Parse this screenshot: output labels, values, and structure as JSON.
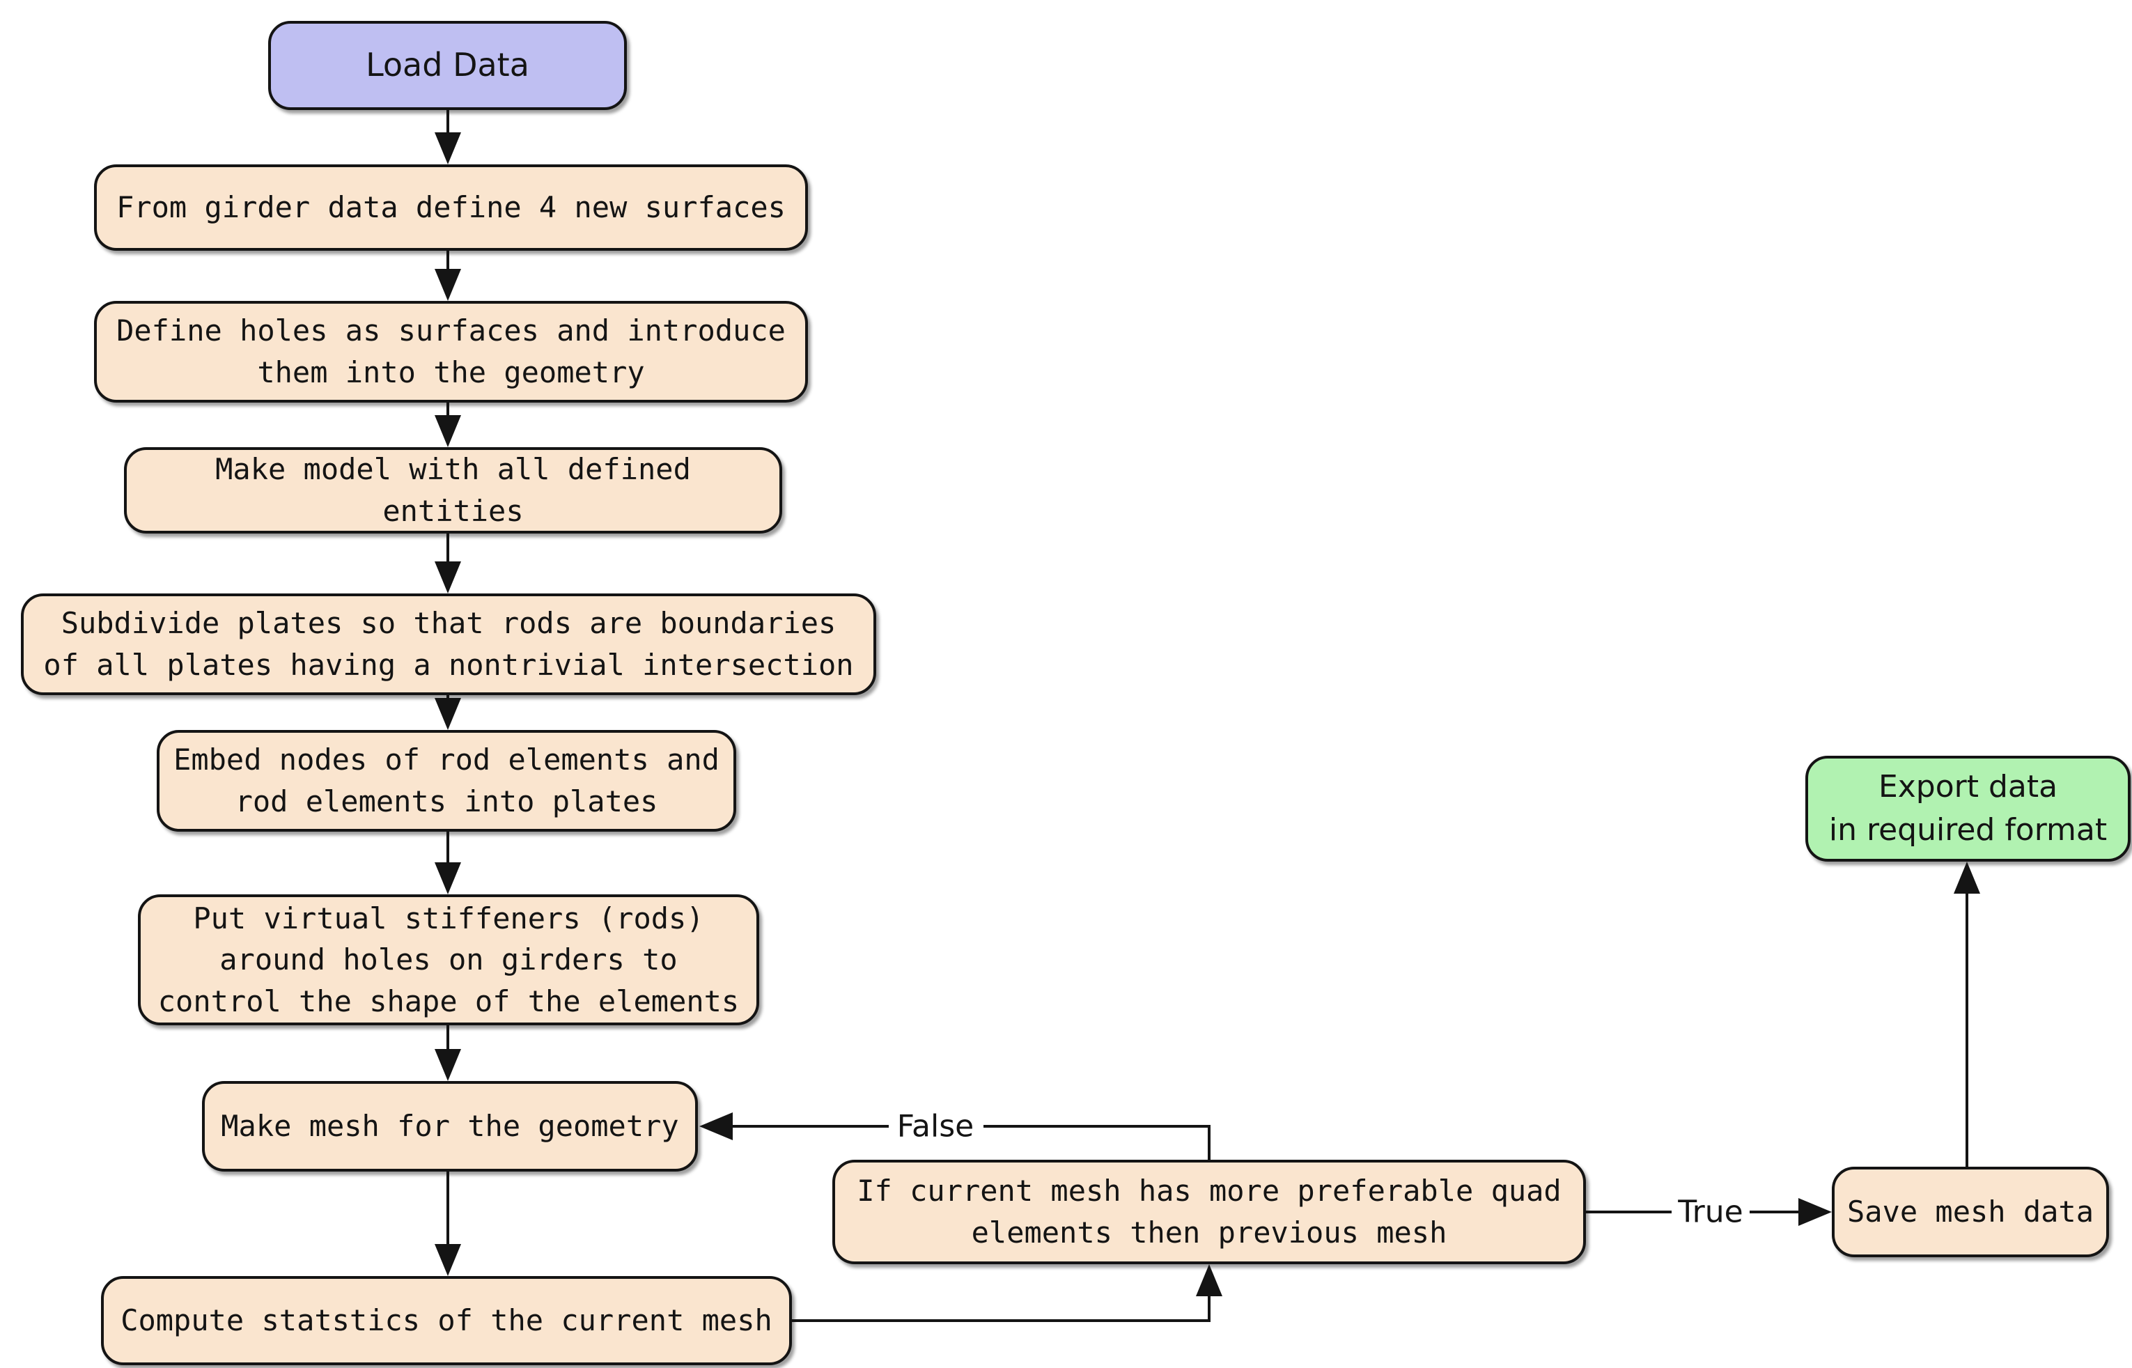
{
  "diagram": {
    "type": "flowchart",
    "nodes": {
      "load_data": {
        "label": "Load Data",
        "shape": "rounded",
        "role": "start"
      },
      "from_girder": {
        "label": "From girder data define 4 new surfaces",
        "shape": "rounded",
        "role": "process"
      },
      "define_holes": {
        "label": "Define holes as surfaces and introduce\nthem into the geometry",
        "shape": "rounded",
        "role": "process"
      },
      "make_model": {
        "label": "Make model with all defined entities",
        "shape": "rounded",
        "role": "process"
      },
      "subdivide_plates": {
        "label": "Subdivide plates so that rods are boundaries\nof all plates having a nontrivial intersection",
        "shape": "rounded",
        "role": "process"
      },
      "embed_nodes": {
        "label": "Embed nodes of rod elements and\nrod elements into plates",
        "shape": "rounded",
        "role": "process"
      },
      "virtual_stiffeners": {
        "label": "Put virtual stiffeners (rods)\naround holes on girders to\ncontrol the shape of the elements",
        "shape": "rounded",
        "role": "process"
      },
      "make_mesh": {
        "label": "Make mesh for the geometry",
        "shape": "rounded",
        "role": "process"
      },
      "compute_statistics": {
        "label": "Compute statstics of the current mesh",
        "shape": "rounded",
        "role": "process"
      },
      "quad_check": {
        "label": "If current mesh has more preferable quad\nelements then previous mesh",
        "shape": "rounded",
        "role": "decision"
      },
      "save_mesh": {
        "label": "Save mesh data",
        "shape": "rounded",
        "role": "process"
      },
      "export_data": {
        "label": "Export data\nin required format",
        "shape": "rounded",
        "role": "end"
      }
    },
    "edge_labels": {
      "false_label": "False",
      "true_label": "True"
    },
    "edges": [
      "load_data -> from_girder",
      "from_girder -> define_holes",
      "define_holes -> make_model",
      "make_model -> subdivide_plates",
      "subdivide_plates -> embed_nodes",
      "embed_nodes -> virtual_stiffeners",
      "virtual_stiffeners -> make_mesh",
      "make_mesh -> compute_statistics",
      "compute_statistics -> quad_check",
      "quad_check -> make_mesh [False]",
      "quad_check -> save_mesh [True]",
      "save_mesh -> export_data"
    ],
    "colors": {
      "process-fill": "#fae5cf",
      "start-fill": "#bfbff2",
      "end-fill": "#b1f2b1",
      "ink": "#141414"
    }
  }
}
